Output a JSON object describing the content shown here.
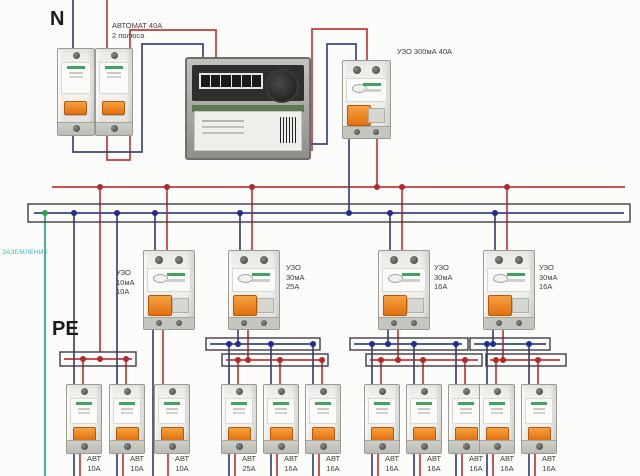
{
  "labels": {
    "n": "N",
    "pe": "PE",
    "ground": "ЗАЗЕМЛЕНИЕ",
    "main_breaker": "АВТОМАТ 40А\n2 полюса",
    "main_rcd": "УЗО 300мА 40А"
  },
  "groups": [
    {
      "rcd_label": "УЗО\n10мА\n10А",
      "breakers": [
        {
          "label": "АВТ\n10А"
        },
        {
          "label": "АВТ\n10А"
        },
        {
          "label": "АВТ\n10А"
        }
      ]
    },
    {
      "rcd_label": "УЗО\n30мА\n25А",
      "breakers": [
        {
          "label": "АВТ\n25А"
        },
        {
          "label": "АВТ\n16А"
        },
        {
          "label": "АВТ\n16А"
        }
      ]
    },
    {
      "rcd_label": "УЗО\n30мА\n16А",
      "breakers": [
        {
          "label": "АВТ\n16А"
        },
        {
          "label": "АВТ\n16А"
        },
        {
          "label": "АВТ\n16А"
        }
      ]
    },
    {
      "rcd_label": "УЗО\n30мА\n16А",
      "breakers": [
        {
          "label": "АВТ\n16А"
        },
        {
          "label": "АВТ\n16А"
        }
      ]
    }
  ],
  "colors": {
    "phase_wire": "#c23b3b",
    "neutral_wire": "#3d4578",
    "ground_wire": "#2fa279",
    "ground_label": "#45b8ba",
    "toggle_orange": "#e2700f",
    "brand_green": "#41a45e"
  }
}
